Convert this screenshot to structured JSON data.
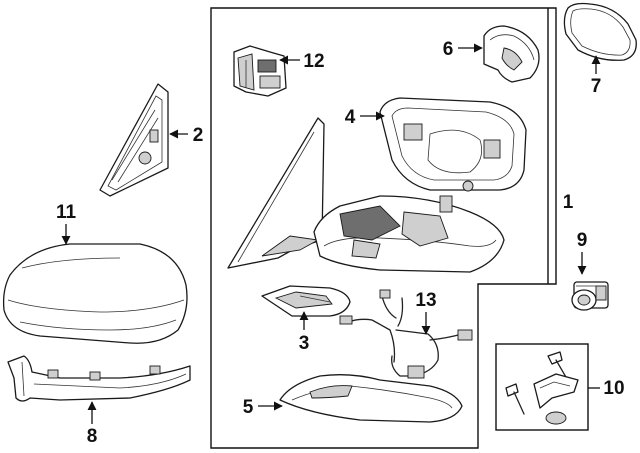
{
  "callouts": {
    "c1": "1",
    "c2": "2",
    "c3": "3",
    "c4": "4",
    "c5": "5",
    "c6": "6",
    "c7": "7",
    "c8": "8",
    "c9": "9",
    "c10": "10",
    "c11": "11",
    "c12": "12",
    "c13": "13"
  },
  "colors": {
    "line": "#1a1a1a",
    "shade": "#cfcfcf",
    "dark": "#6e6e6e",
    "background": "#ffffff"
  }
}
